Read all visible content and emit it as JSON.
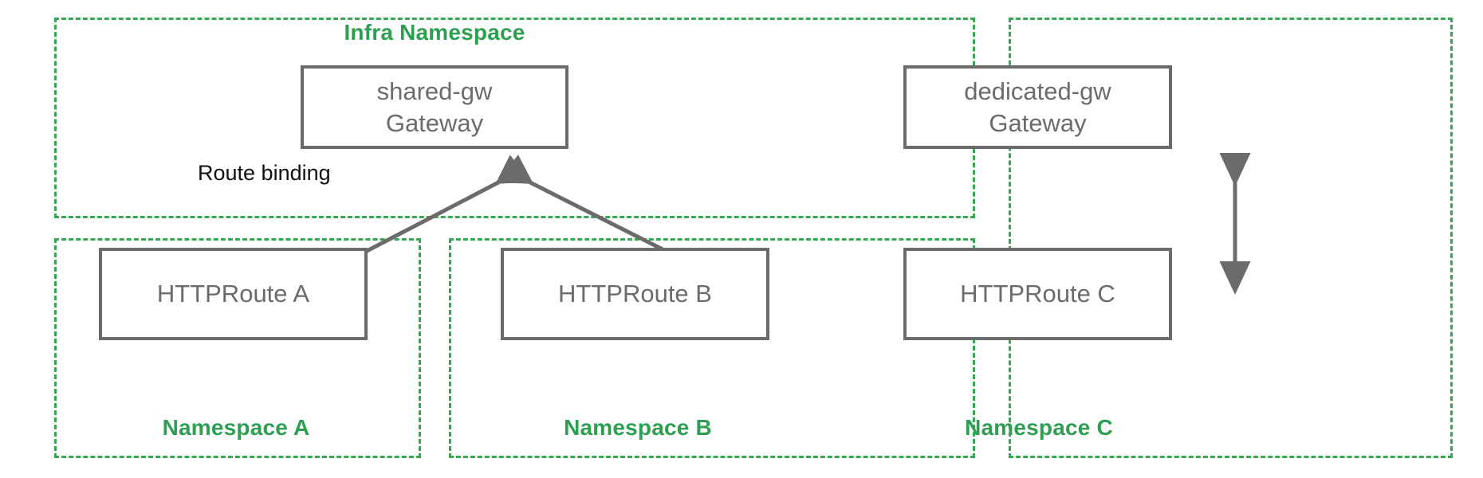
{
  "diagram": {
    "title_colors": {
      "namespace_green": "#34a853",
      "node_border_gray": "#6b6b6b",
      "node_text_gray": "#6b6b6b",
      "edge_gray": "#6b6b6b",
      "edge_label_black": "#111111",
      "background": "#ffffff"
    },
    "namespaces": [
      {
        "id": "infra",
        "label": "Infra Namespace",
        "label_position": "top"
      },
      {
        "id": "a",
        "label": "Namespace A",
        "label_position": "bottom"
      },
      {
        "id": "b",
        "label": "Namespace B",
        "label_position": "bottom"
      },
      {
        "id": "c",
        "label": "Namespace C",
        "label_position": "bottom"
      }
    ],
    "nodes": [
      {
        "id": "shared-gw",
        "line1": "shared-gw",
        "line2": "Gateway",
        "text": "shared-gw\nGateway"
      },
      {
        "id": "dedicated-gw",
        "line1": "dedicated-gw",
        "line2": "Gateway",
        "text": "dedicated-gw\nGateway"
      },
      {
        "id": "route-a",
        "text": "HTTPRoute A"
      },
      {
        "id": "route-b",
        "text": "HTTPRoute B"
      },
      {
        "id": "route-c",
        "text": "HTTPRoute C"
      }
    ],
    "edges": [
      {
        "id": "edge-a",
        "from": "route-a",
        "to": "shared-gw",
        "label": "Route binding",
        "arrows": "both"
      },
      {
        "id": "edge-b",
        "from": "route-b",
        "to": "shared-gw",
        "label": "",
        "arrows": "both"
      },
      {
        "id": "edge-c",
        "from": "route-c",
        "to": "dedicated-gw",
        "label": "",
        "arrows": "both"
      }
    ],
    "edge_labels": [
      {
        "id": "route-binding",
        "text": "Route binding"
      }
    ]
  }
}
